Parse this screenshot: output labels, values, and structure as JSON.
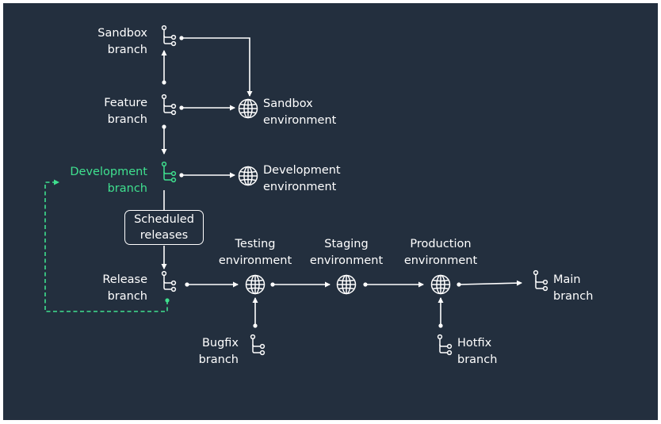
{
  "colors": {
    "background": "#232f3e",
    "line": "#ffffff",
    "accent": "#3fe08f"
  },
  "branches": {
    "sandbox": {
      "line1": "Sandbox",
      "line2": "branch"
    },
    "feature": {
      "line1": "Feature",
      "line2": "branch"
    },
    "development": {
      "line1": "Development",
      "line2": "branch"
    },
    "release": {
      "line1": "Release",
      "line2": "branch"
    },
    "bugfix": {
      "line1": "Bugfix",
      "line2": "branch"
    },
    "hotfix": {
      "line1": "Hotfix",
      "line2": "branch"
    },
    "main": {
      "line1": "Main",
      "line2": "branch"
    }
  },
  "environments": {
    "sandbox": {
      "line1": "Sandbox",
      "line2": "environment"
    },
    "development": {
      "line1": "Development",
      "line2": "environment"
    },
    "testing": {
      "line1": "Testing",
      "line2": "environment"
    },
    "staging": {
      "line1": "Staging",
      "line2": "environment"
    },
    "production": {
      "line1": "Production",
      "line2": "environment"
    }
  },
  "scheduled": {
    "line1": "Scheduled",
    "line2": "releases"
  },
  "icons": {
    "branch": "git-branch-icon",
    "environment": "globe-icon"
  }
}
